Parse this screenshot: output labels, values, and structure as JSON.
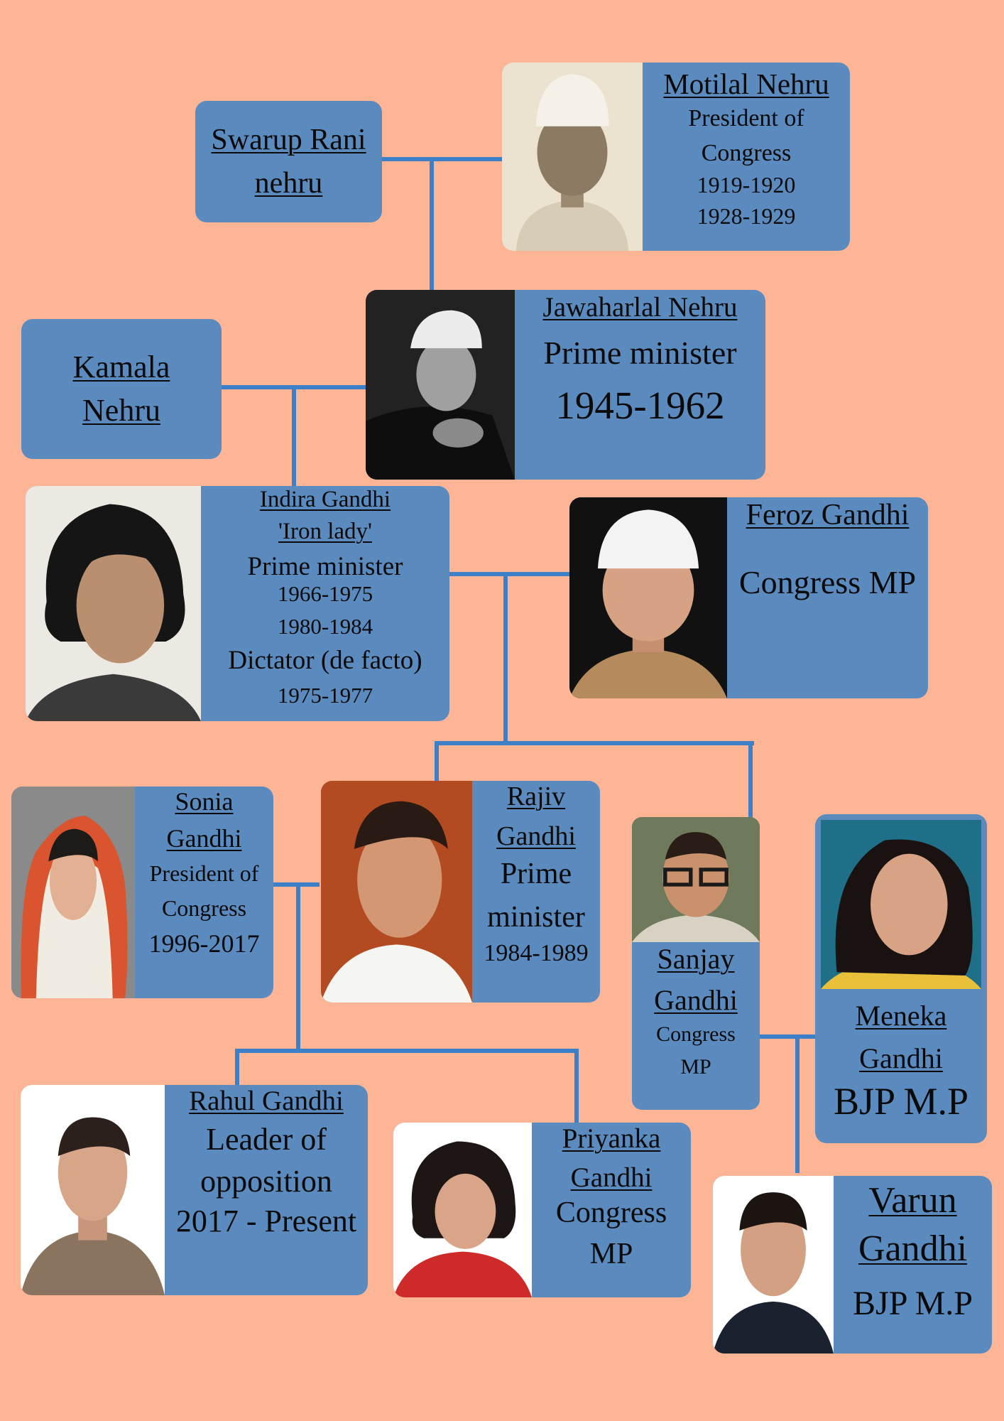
{
  "colors": {
    "background": "#FDB596",
    "card": "#5b8abf",
    "connector": "#3d80c8"
  },
  "people": {
    "swarup": {
      "name": [
        "Swarup Rani",
        "nehru"
      ]
    },
    "motilal": {
      "name": "Motilal Nehru",
      "lines": [
        "President of",
        "Congress",
        "1919-1920",
        "1928-1929"
      ]
    },
    "kamala": {
      "name": [
        "Kamala",
        "Nehru"
      ]
    },
    "jawaharlal": {
      "name": "Jawaharlal Nehru",
      "lines": [
        "Prime minister",
        "1945-1962"
      ]
    },
    "indira": {
      "name": "Indira Gandhi",
      "nickname": "'Iron lady'",
      "lines": [
        "Prime minister",
        "1966-1975",
        "1980-1984",
        "Dictator (de facto)",
        "1975-1977"
      ]
    },
    "feroz": {
      "name": "Feroz Gandhi",
      "lines": [
        "Congress MP"
      ]
    },
    "sonia": {
      "name": [
        "Sonia",
        "Gandhi"
      ],
      "lines": [
        "President of",
        "Congress",
        "1996-2017"
      ]
    },
    "rajiv": {
      "name": [
        "Rajiv",
        "Gandhi"
      ],
      "lines": [
        "Prime",
        "minister",
        "1984-1989"
      ]
    },
    "sanjay": {
      "name": [
        "Sanjay",
        "Gandhi"
      ],
      "lines": [
        "Congress",
        "MP"
      ]
    },
    "meneka": {
      "name": [
        "Meneka",
        "Gandhi"
      ],
      "lines": [
        "BJP M.P"
      ]
    },
    "rahul": {
      "name": "Rahul Gandhi",
      "lines": [
        "Leader of",
        "opposition",
        "2017 - Present"
      ]
    },
    "priyanka": {
      "name": [
        "Priyanka",
        "Gandhi"
      ],
      "lines": [
        "Congress",
        "MP"
      ]
    },
    "varun": {
      "name": [
        "Varun",
        "Gandhi"
      ],
      "lines": [
        "BJP M.P"
      ]
    }
  }
}
